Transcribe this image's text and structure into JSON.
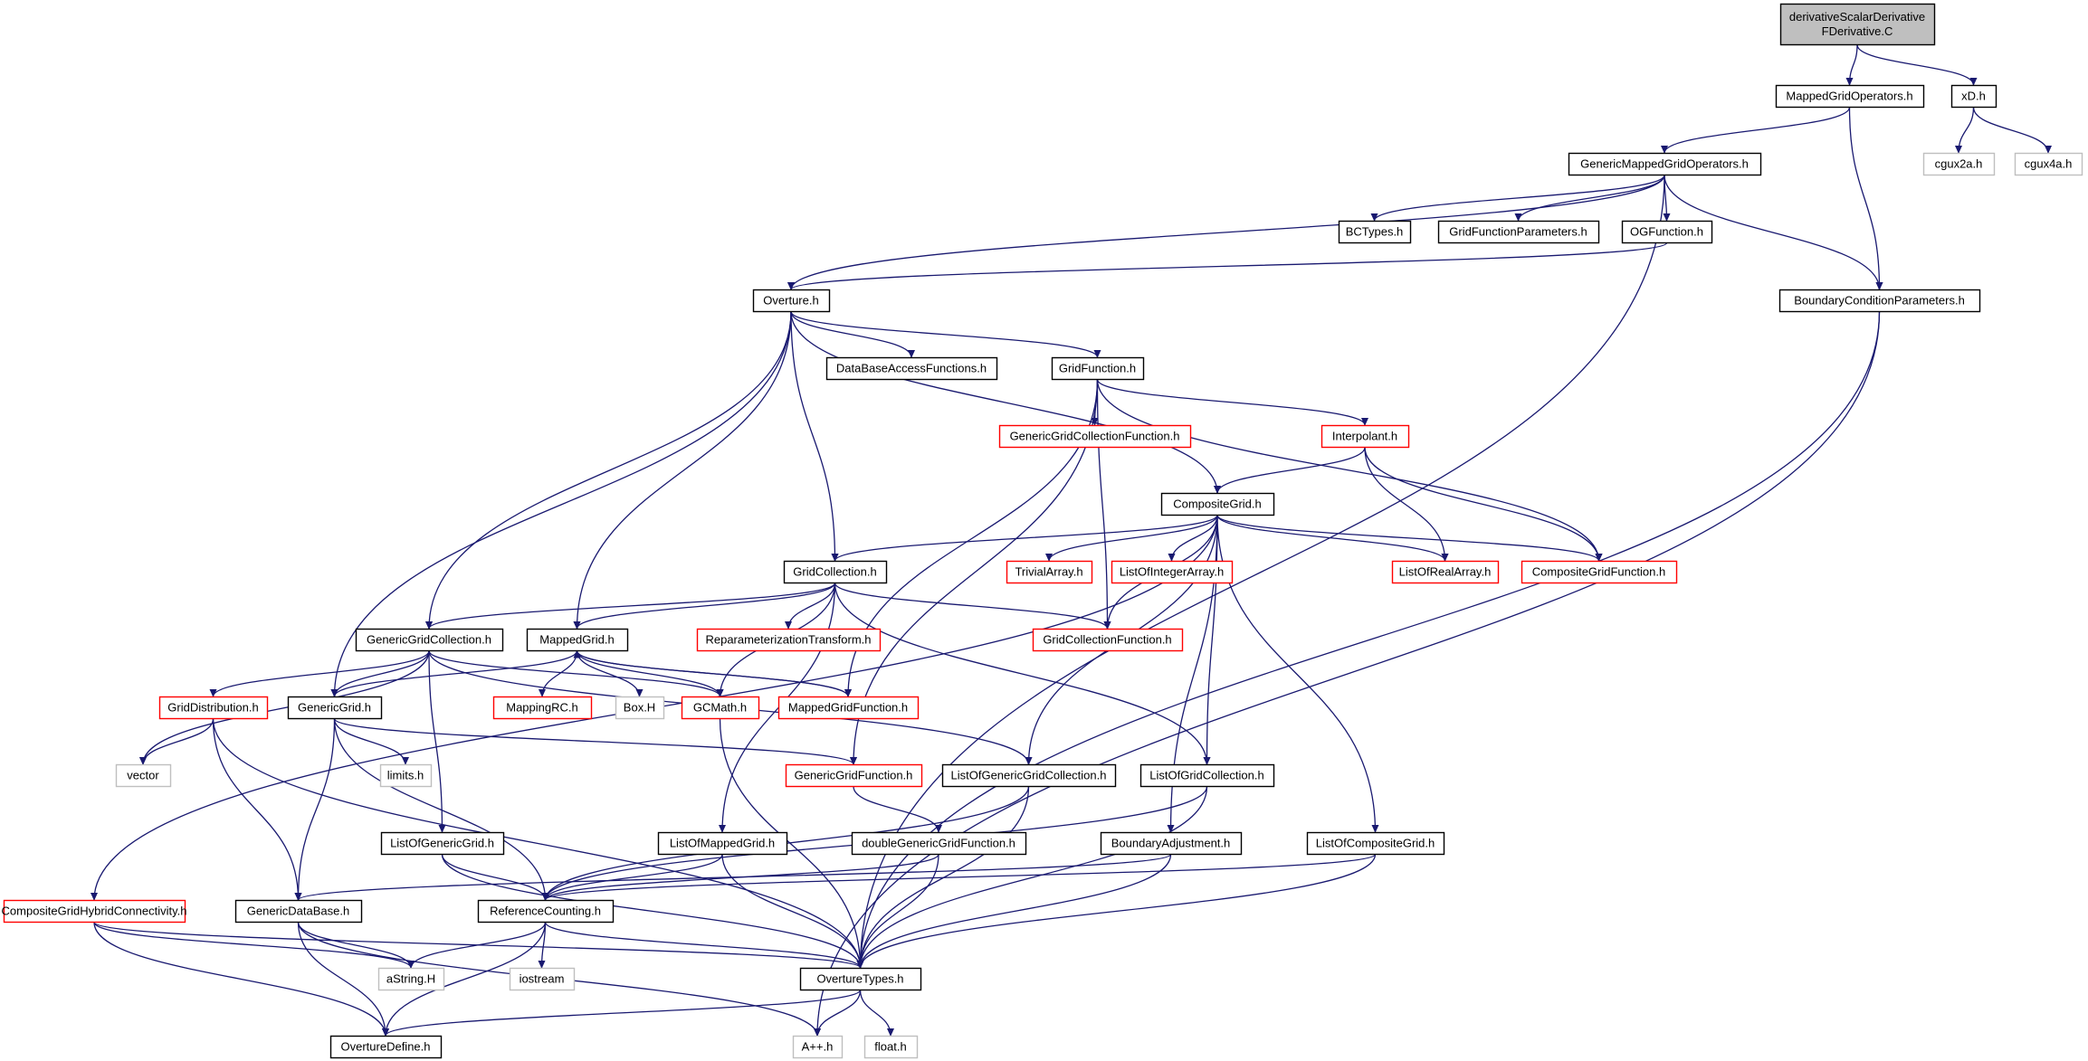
{
  "graph": {
    "colors": {
      "edge": "#191970",
      "root_fill": "#bfbfbf",
      "normal_border": "#000000",
      "red_border": "#ff0000",
      "grey_border": "#bfbfbf",
      "normal_fill": "#ffffff"
    },
    "nodes": [
      {
        "id": "root",
        "label": [
          "derivativeScalarDerivative",
          "FDerivative.C"
        ],
        "style": "root"
      },
      {
        "id": "mgo",
        "label": [
          "MappedGridOperators.h"
        ],
        "style": "normal"
      },
      {
        "id": "xd",
        "label": [
          "xD.h"
        ],
        "style": "normal"
      },
      {
        "id": "cgux2a",
        "label": [
          "cgux2a.h"
        ],
        "style": "grey"
      },
      {
        "id": "cgux4a",
        "label": [
          "cgux4a.h"
        ],
        "style": "grey"
      },
      {
        "id": "gmgo",
        "label": [
          "GenericMappedGridOperators.h"
        ],
        "style": "normal"
      },
      {
        "id": "bctypes",
        "label": [
          "BCTypes.h"
        ],
        "style": "normal"
      },
      {
        "id": "gfp",
        "label": [
          "GridFunctionParameters.h"
        ],
        "style": "normal"
      },
      {
        "id": "ogf",
        "label": [
          "OGFunction.h"
        ],
        "style": "normal"
      },
      {
        "id": "bcp",
        "label": [
          "BoundaryConditionParameters.h"
        ],
        "style": "normal"
      },
      {
        "id": "overture",
        "label": [
          "Overture.h"
        ],
        "style": "normal"
      },
      {
        "id": "dbaf",
        "label": [
          "DataBaseAccessFunctions.h"
        ],
        "style": "normal"
      },
      {
        "id": "gridfunc",
        "label": [
          "GridFunction.h"
        ],
        "style": "normal"
      },
      {
        "id": "ggcf",
        "label": [
          "GenericGridCollectionFunction.h"
        ],
        "style": "red"
      },
      {
        "id": "interp",
        "label": [
          "Interpolant.h"
        ],
        "style": "red"
      },
      {
        "id": "cg",
        "label": [
          "CompositeGrid.h"
        ],
        "style": "normal"
      },
      {
        "id": "gc",
        "label": [
          "GridCollection.h"
        ],
        "style": "normal"
      },
      {
        "id": "trivial",
        "label": [
          "TrivialArray.h"
        ],
        "style": "red"
      },
      {
        "id": "loia",
        "label": [
          "ListOfIntegerArray.h"
        ],
        "style": "red"
      },
      {
        "id": "lora",
        "label": [
          "ListOfRealArray.h"
        ],
        "style": "red"
      },
      {
        "id": "cgf",
        "label": [
          "CompositeGridFunction.h"
        ],
        "style": "red"
      },
      {
        "id": "ggc",
        "label": [
          "GenericGridCollection.h"
        ],
        "style": "normal"
      },
      {
        "id": "mg",
        "label": [
          "MappedGrid.h"
        ],
        "style": "normal"
      },
      {
        "id": "rpt",
        "label": [
          "ReparameterizationTransform.h"
        ],
        "style": "red"
      },
      {
        "id": "gcf",
        "label": [
          "GridCollectionFunction.h"
        ],
        "style": "red"
      },
      {
        "id": "griddist",
        "label": [
          "GridDistribution.h"
        ],
        "style": "red"
      },
      {
        "id": "gg",
        "label": [
          "GenericGrid.h"
        ],
        "style": "normal"
      },
      {
        "id": "mrc",
        "label": [
          "MappingRC.h"
        ],
        "style": "red"
      },
      {
        "id": "boxh",
        "label": [
          "Box.H"
        ],
        "style": "grey"
      },
      {
        "id": "gcmath",
        "label": [
          "GCMath.h"
        ],
        "style": "red"
      },
      {
        "id": "mgf",
        "label": [
          "MappedGridFunction.h"
        ],
        "style": "red"
      },
      {
        "id": "vector",
        "label": [
          "vector"
        ],
        "style": "grey"
      },
      {
        "id": "limits",
        "label": [
          "limits.h"
        ],
        "style": "grey"
      },
      {
        "id": "ggf",
        "label": [
          "GenericGridFunction.h"
        ],
        "style": "red"
      },
      {
        "id": "loggc",
        "label": [
          "ListOfGenericGridCollection.h"
        ],
        "style": "normal"
      },
      {
        "id": "logc",
        "label": [
          "ListOfGridCollection.h"
        ],
        "style": "normal"
      },
      {
        "id": "logg",
        "label": [
          "ListOfGenericGrid.h"
        ],
        "style": "normal"
      },
      {
        "id": "lomg",
        "label": [
          "ListOfMappedGrid.h"
        ],
        "style": "normal"
      },
      {
        "id": "dggf",
        "label": [
          "doubleGenericGridFunction.h"
        ],
        "style": "normal"
      },
      {
        "id": "badj",
        "label": [
          "BoundaryAdjustment.h"
        ],
        "style": "normal"
      },
      {
        "id": "locg",
        "label": [
          "ListOfCompositeGrid.h"
        ],
        "style": "normal"
      },
      {
        "id": "cghc",
        "label": [
          "CompositeGridHybridConnectivity.h"
        ],
        "style": "red"
      },
      {
        "id": "gdb",
        "label": [
          "GenericDataBase.h"
        ],
        "style": "normal"
      },
      {
        "id": "refc",
        "label": [
          "ReferenceCounting.h"
        ],
        "style": "normal"
      },
      {
        "id": "astring",
        "label": [
          "aString.H"
        ],
        "style": "grey"
      },
      {
        "id": "iostream",
        "label": [
          "iostream"
        ],
        "style": "grey"
      },
      {
        "id": "otypes",
        "label": [
          "OvertureTypes.h"
        ],
        "style": "normal"
      },
      {
        "id": "odefine",
        "label": [
          "OvertureDefine.h"
        ],
        "style": "normal"
      },
      {
        "id": "app",
        "label": [
          "A++.h"
        ],
        "style": "grey"
      },
      {
        "id": "float",
        "label": [
          "float.h"
        ],
        "style": "grey"
      }
    ],
    "edges": [
      [
        "root",
        "mgo"
      ],
      [
        "root",
        "xd"
      ],
      [
        "xd",
        "cgux2a"
      ],
      [
        "xd",
        "cgux4a"
      ],
      [
        "mgo",
        "gmgo"
      ],
      [
        "mgo",
        "bcp"
      ],
      [
        "gmgo",
        "bctypes"
      ],
      [
        "gmgo",
        "gfp"
      ],
      [
        "gmgo",
        "ogf"
      ],
      [
        "gmgo",
        "bcp"
      ],
      [
        "gmgo",
        "overture"
      ],
      [
        "gmgo",
        "otypes"
      ],
      [
        "ogf",
        "overture"
      ],
      [
        "bcp",
        "otypes"
      ],
      [
        "bcp",
        "app"
      ],
      [
        "overture",
        "dbaf"
      ],
      [
        "overture",
        "gridfunc"
      ],
      [
        "overture",
        "cg"
      ],
      [
        "overture",
        "gc"
      ],
      [
        "overture",
        "ggc"
      ],
      [
        "overture",
        "mg"
      ],
      [
        "overture",
        "gg"
      ],
      [
        "gridfunc",
        "ggcf"
      ],
      [
        "gridfunc",
        "interp"
      ],
      [
        "gridfunc",
        "cgf"
      ],
      [
        "gridfunc",
        "gcf"
      ],
      [
        "gridfunc",
        "mgf"
      ],
      [
        "gridfunc",
        "ggf"
      ],
      [
        "interp",
        "cg"
      ],
      [
        "interp",
        "lora"
      ],
      [
        "interp",
        "cgf"
      ],
      [
        "cg",
        "gc"
      ],
      [
        "cg",
        "trivial"
      ],
      [
        "cg",
        "loia"
      ],
      [
        "cg",
        "lora"
      ],
      [
        "cg",
        "cgf"
      ],
      [
        "cg",
        "gcf"
      ],
      [
        "cg",
        "logc"
      ],
      [
        "cg",
        "loggc"
      ],
      [
        "cg",
        "badj"
      ],
      [
        "cg",
        "locg"
      ],
      [
        "cg",
        "cghc"
      ],
      [
        "gc",
        "ggc"
      ],
      [
        "gc",
        "mg"
      ],
      [
        "gc",
        "rpt"
      ],
      [
        "gc",
        "gcf"
      ],
      [
        "gc",
        "gcmath"
      ],
      [
        "gc",
        "logc"
      ],
      [
        "gc",
        "lomg"
      ],
      [
        "ggc",
        "griddist"
      ],
      [
        "ggc",
        "gg"
      ],
      [
        "ggc",
        "vector"
      ],
      [
        "ggc",
        "gcmath"
      ],
      [
        "ggc",
        "loggc"
      ],
      [
        "ggc",
        "logg"
      ],
      [
        "mg",
        "gg"
      ],
      [
        "mg",
        "mrc"
      ],
      [
        "mg",
        "boxh"
      ],
      [
        "mg",
        "gcmath"
      ],
      [
        "mg",
        "mgf"
      ],
      [
        "mgf",
        "mg"
      ],
      [
        "griddist",
        "vector"
      ],
      [
        "griddist",
        "gdb"
      ],
      [
        "griddist",
        "otypes"
      ],
      [
        "gg",
        "limits"
      ],
      [
        "gg",
        "gdb"
      ],
      [
        "gg",
        "refc"
      ],
      [
        "gg",
        "ggf"
      ],
      [
        "gcmath",
        "otypes"
      ],
      [
        "ggf",
        "dggf"
      ],
      [
        "loggc",
        "refc"
      ],
      [
        "loggc",
        "otypes"
      ],
      [
        "logc",
        "refc"
      ],
      [
        "logc",
        "otypes"
      ],
      [
        "logg",
        "refc"
      ],
      [
        "logg",
        "otypes"
      ],
      [
        "lomg",
        "refc"
      ],
      [
        "lomg",
        "otypes"
      ],
      [
        "dggf",
        "refc"
      ],
      [
        "dggf",
        "otypes"
      ],
      [
        "badj",
        "gdb"
      ],
      [
        "badj",
        "otypes"
      ],
      [
        "locg",
        "refc"
      ],
      [
        "locg",
        "otypes"
      ],
      [
        "cghc",
        "astring"
      ],
      [
        "cghc",
        "otypes"
      ],
      [
        "cghc",
        "odefine"
      ],
      [
        "gdb",
        "astring"
      ],
      [
        "gdb",
        "odefine"
      ],
      [
        "gdb",
        "app"
      ],
      [
        "refc",
        "astring"
      ],
      [
        "refc",
        "iostream"
      ],
      [
        "refc",
        "otypes"
      ],
      [
        "refc",
        "odefine"
      ],
      [
        "otypes",
        "odefine"
      ],
      [
        "otypes",
        "app"
      ],
      [
        "otypes",
        "float"
      ]
    ]
  }
}
